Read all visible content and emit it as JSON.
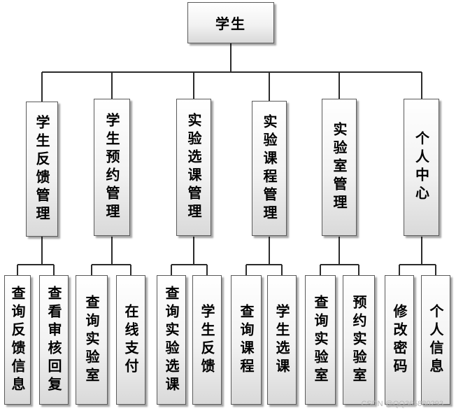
{
  "root": "学生",
  "modules": [
    {
      "label": "学生反馈管理",
      "children": [
        "查询反馈信息",
        "查看审核回复"
      ]
    },
    {
      "label": "学生预约管理",
      "children": [
        "查询实验室",
        "在线支付"
      ]
    },
    {
      "label": "实验选课管理",
      "children": [
        "查询实验选课",
        "学生反馈"
      ]
    },
    {
      "label": "实验课程管理",
      "children": [
        "查询课程",
        "学生选课"
      ]
    },
    {
      "label": "实验室管理",
      "children": [
        "查询实验室",
        "预约实验室"
      ]
    },
    {
      "label": "个人中心",
      "children": [
        "修改密码",
        "个人信息"
      ]
    }
  ],
  "watermark": "CSDN @QQ365880293"
}
